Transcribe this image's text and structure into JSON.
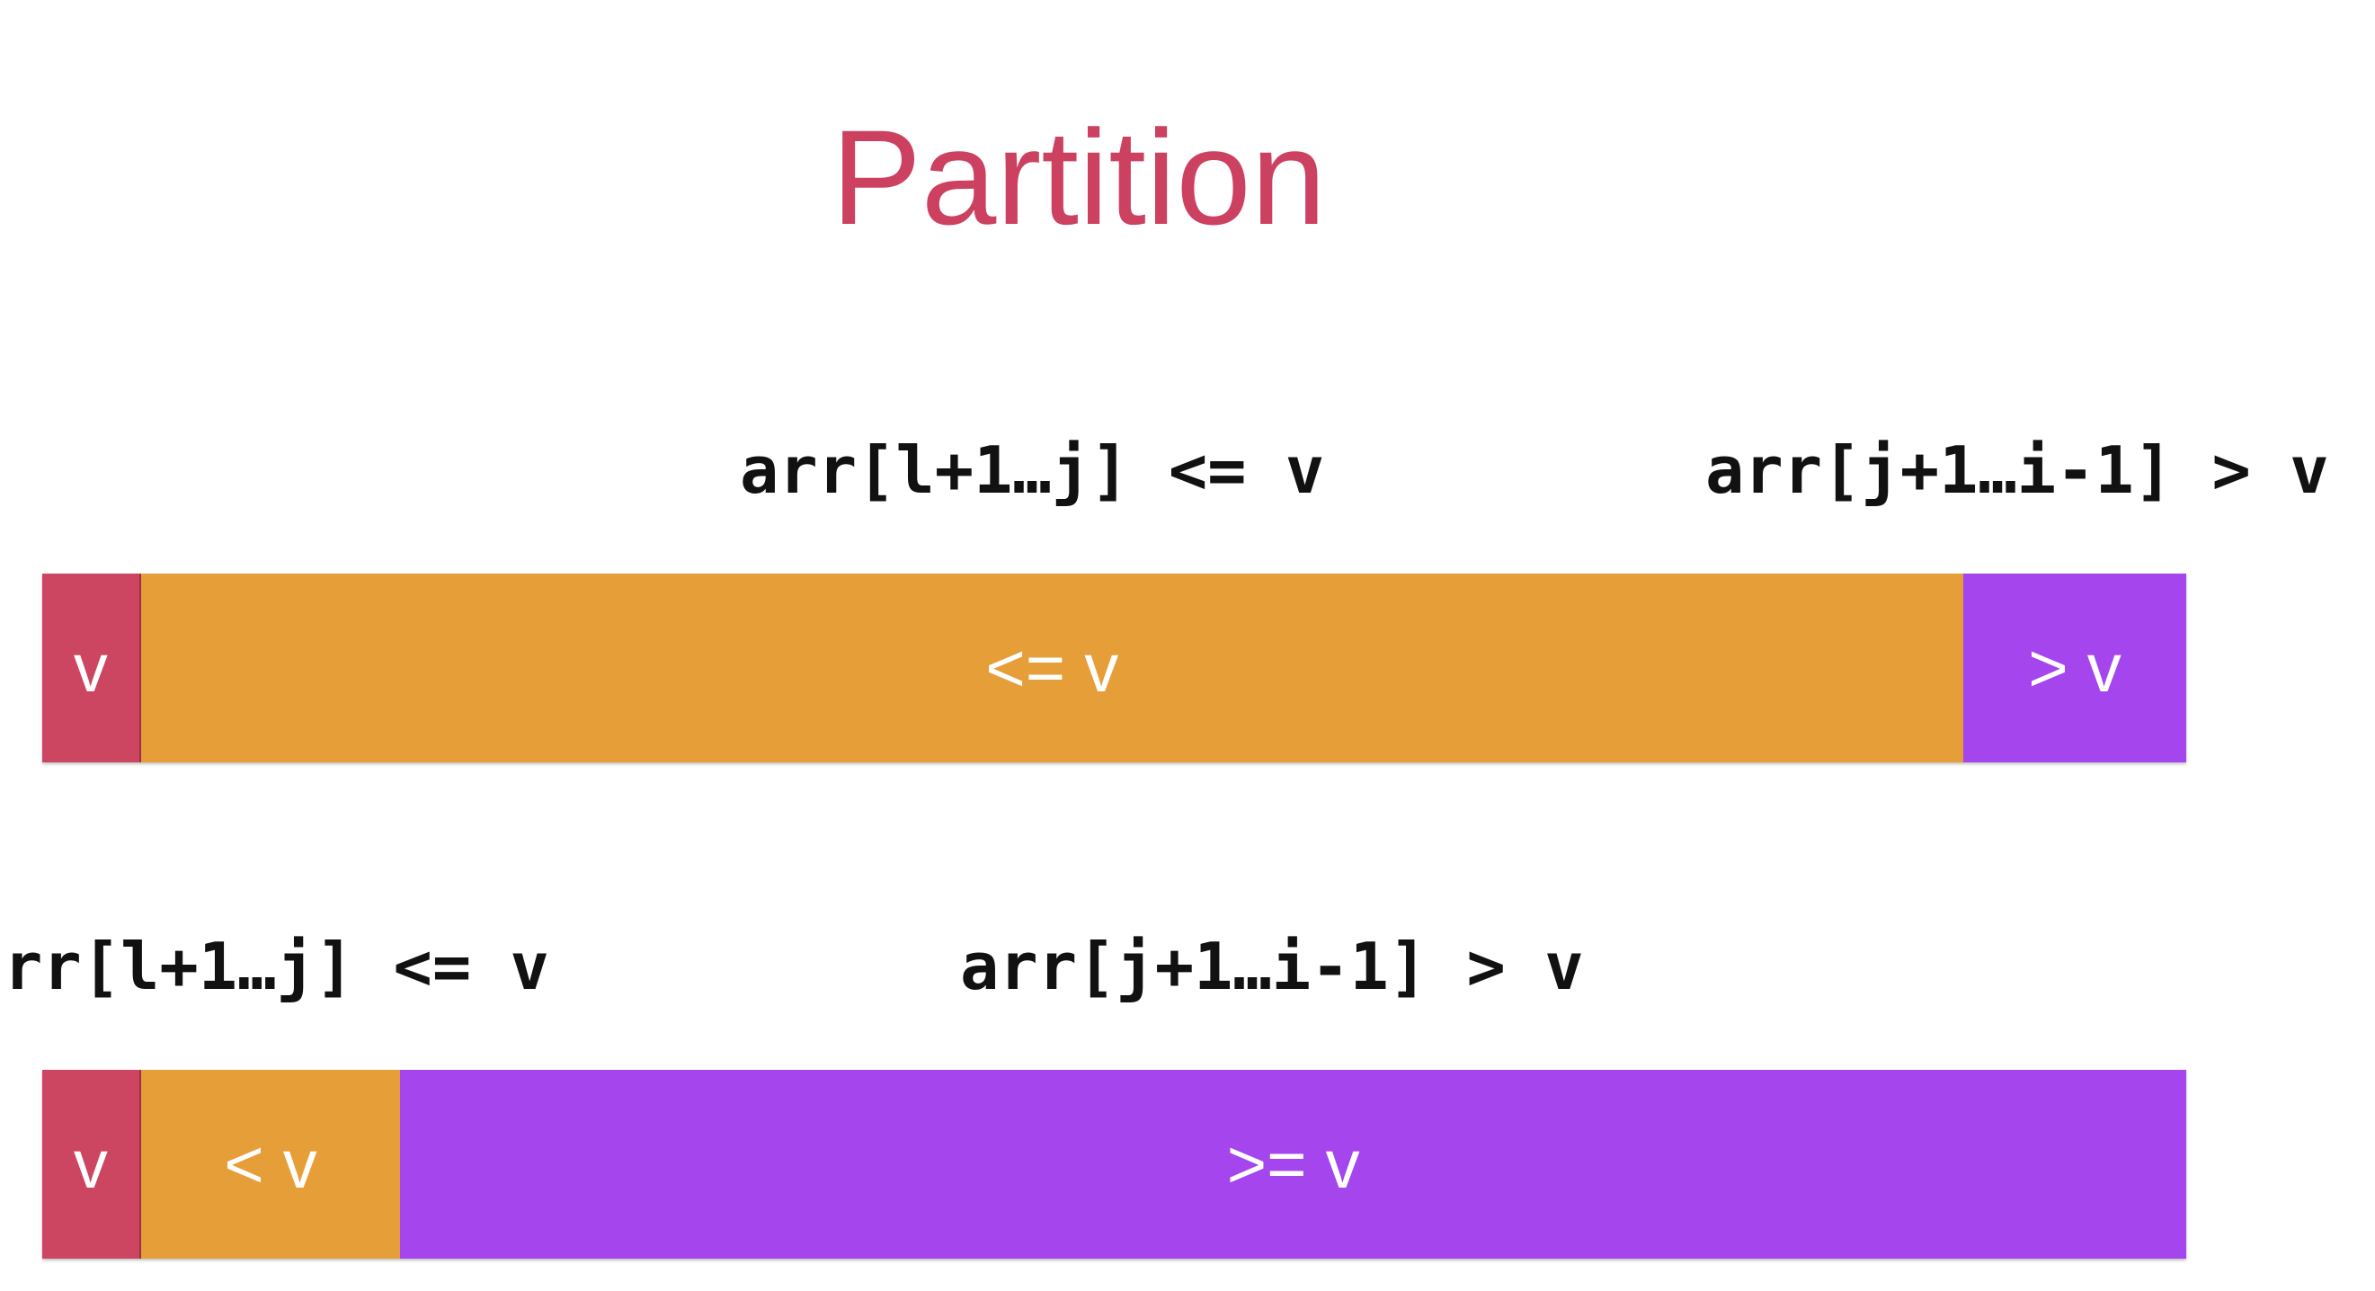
{
  "title": "Partition",
  "colors": {
    "pivot": "#cc4661",
    "less_equal": "#e69e38",
    "greater": "#a445ee",
    "title": "#cc4160"
  },
  "diagram1": {
    "label_left": "arr[l+1…j] <= v",
    "label_right": "arr[j+1…i-1] > v",
    "segments": [
      {
        "label": "v",
        "color": "#cc4661",
        "fraction": 0.046
      },
      {
        "label": "<= v",
        "color": "#e69e38",
        "fraction": 0.85
      },
      {
        "label": "> v",
        "color": "#a445ee",
        "fraction": 0.104
      }
    ]
  },
  "diagram2": {
    "label_left": "rr[l+1…j] <= v",
    "label_right": "arr[j+1…i-1] > v",
    "segments": [
      {
        "label": "v",
        "color": "#cc4661",
        "fraction": 0.046
      },
      {
        "label": "< v",
        "color": "#e69e38",
        "fraction": 0.121
      },
      {
        "label": ">= v",
        "color": "#a445ee",
        "fraction": 0.833
      }
    ]
  }
}
